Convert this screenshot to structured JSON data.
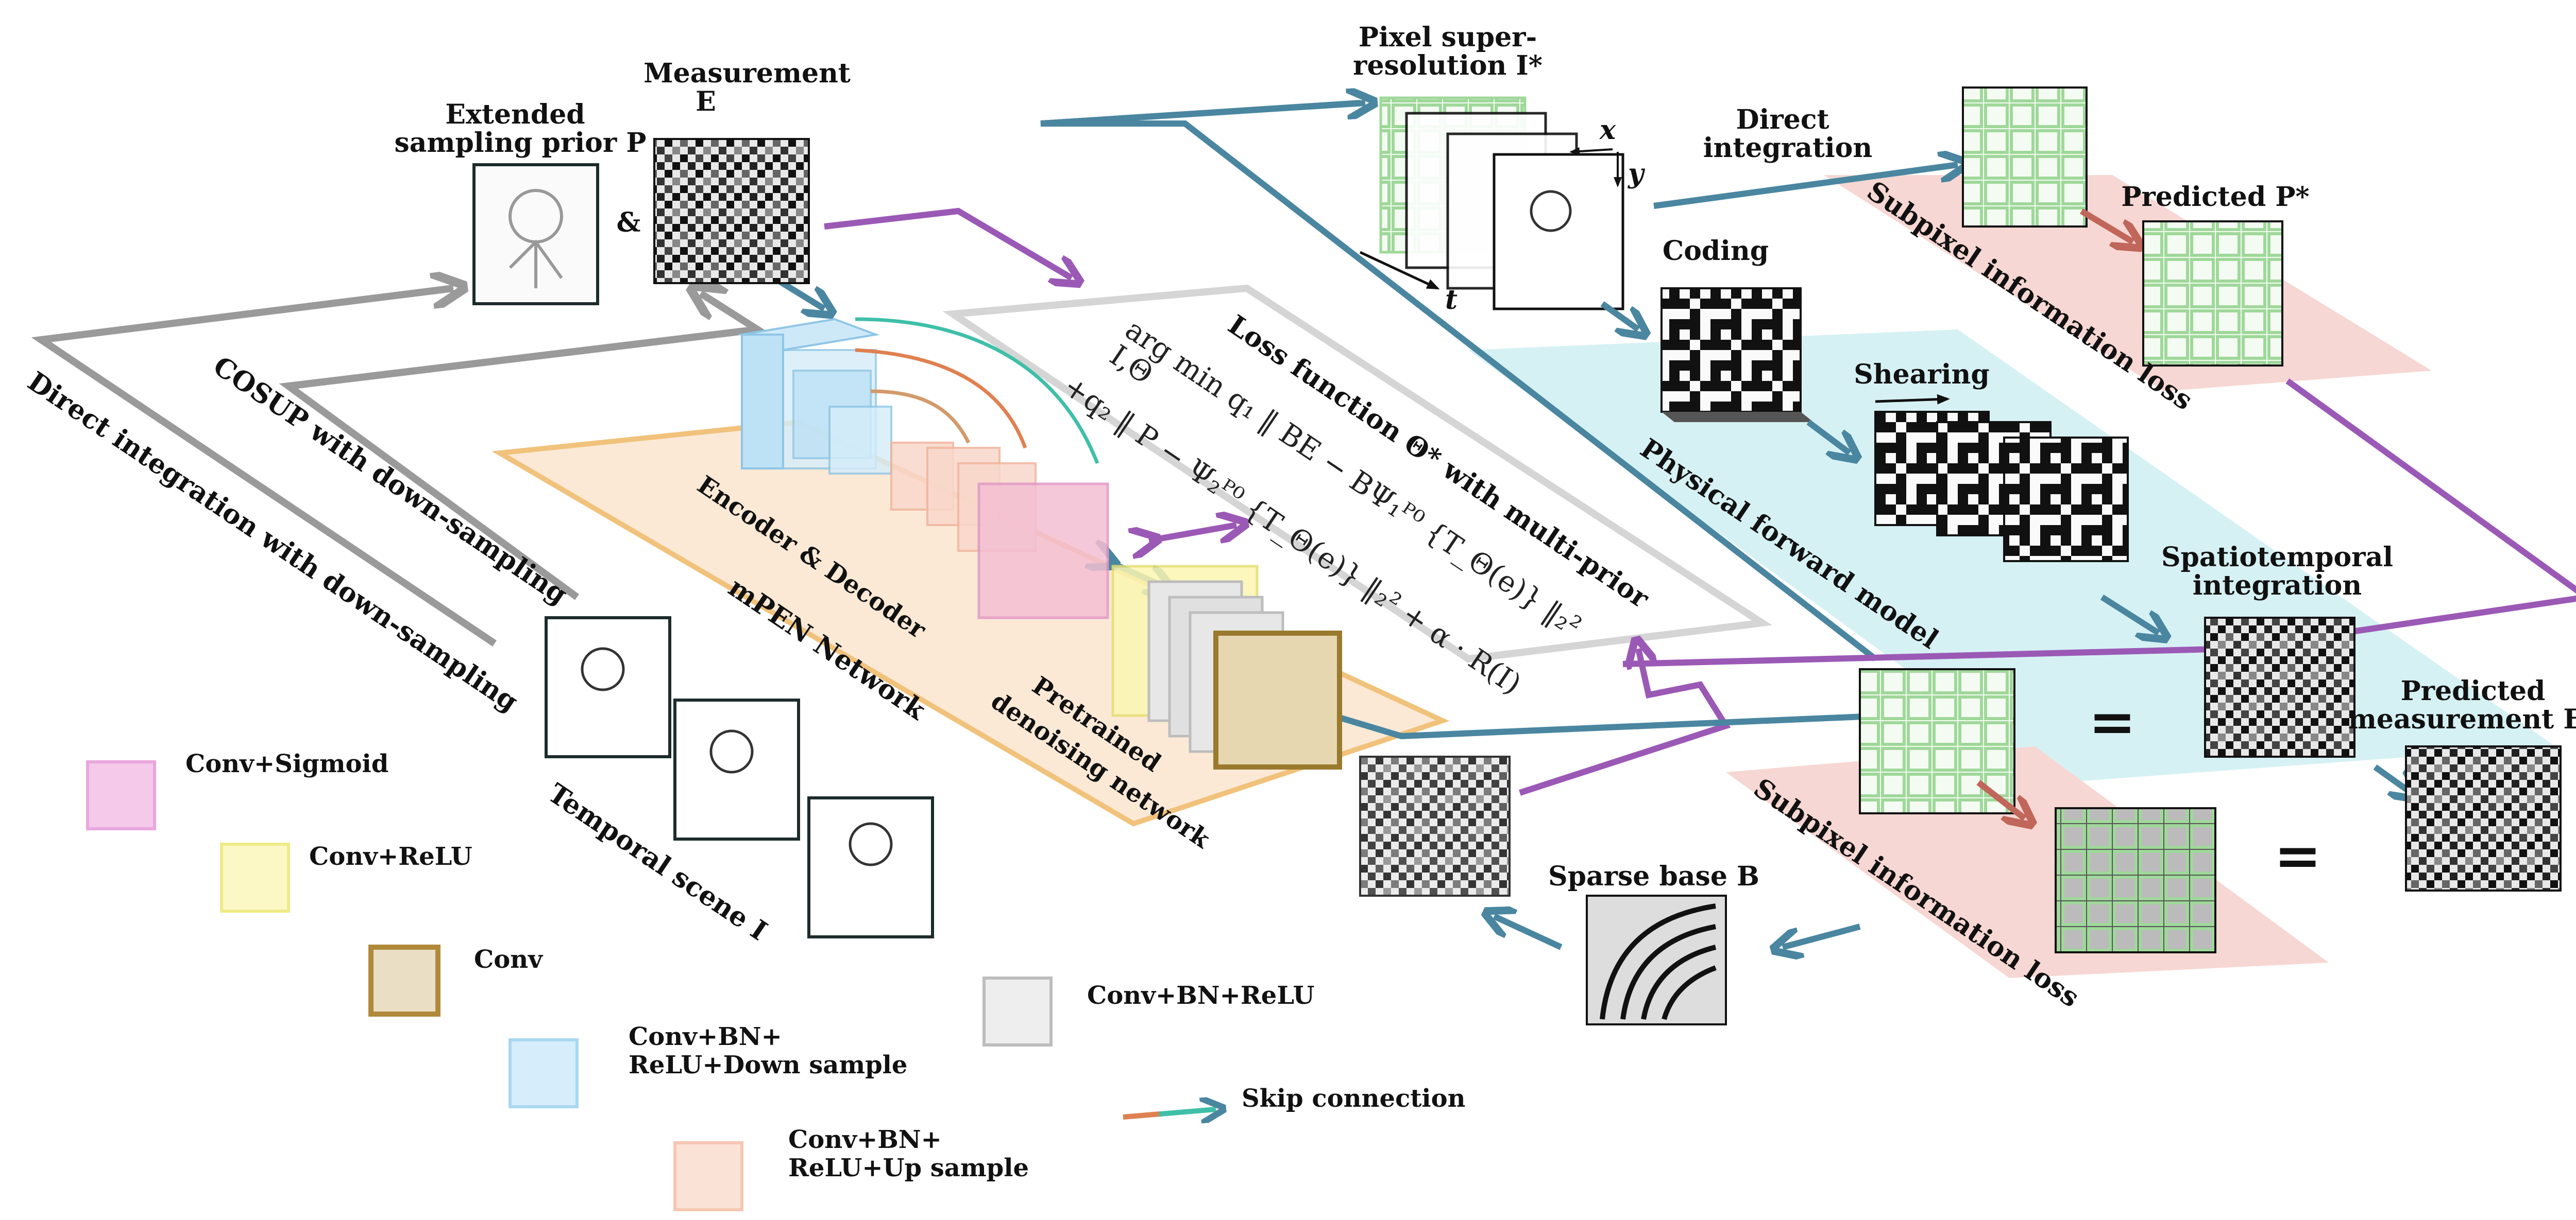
{
  "labels": {
    "extended_prior": [
      "Extended",
      "sampling prior P"
    ],
    "ampersand": "&",
    "measurement": [
      "Measurement",
      "E"
    ],
    "pixel_sr": [
      "Pixel super-",
      "resolution I*"
    ],
    "axis_x": "x",
    "axis_y": "y",
    "axis_t": "t",
    "direct_integration_top": [
      "Direct",
      "integration"
    ],
    "predicted_p": "Predicted P*",
    "coding": "Coding",
    "shearing": "Shearing",
    "subpixel_loss_top": "Subpixel information loss",
    "physical_forward": "Physical forward model",
    "spatiotemporal": [
      "Spatiotemporal",
      "integration"
    ],
    "predicted_e": [
      "Predicted",
      "measurement E*"
    ],
    "subpixel_loss_bottom": "Subpixel information loss",
    "sparse_base": "Sparse base B",
    "loss_title": "Loss function Θ* with multi-prior",
    "loss_eq1": "arg min q₁ ‖ BE − BΨ₁ᴾ⁰ {T_Θ(e)} ‖₂²",
    "loss_eq1_sub": "I,Θ",
    "loss_eq2": "+q₂ ‖ P − Ψ₂ᴾ⁰ {T_Θ(e)} ‖₂² + α · R(I)",
    "encoder_decoder": "Encoder & Decoder",
    "mpen": "mPEN Network",
    "pretrained": [
      "Pretrained",
      "denoising network"
    ],
    "temporal_scene": "Temporal scene I",
    "cosup": "COSUP with down-sampling",
    "direct_down": "Direct integration with down-sampling",
    "equals": "="
  },
  "legend": [
    {
      "label": [
        "Conv+Sigmoid"
      ],
      "color": "#e9a6dd"
    },
    {
      "label": [
        "Conv+ReLU"
      ],
      "color": "#f7f3a0"
    },
    {
      "label": [
        "Conv"
      ],
      "color": "#b08a3a"
    },
    {
      "label": [
        "Conv+BN+",
        "ReLU+Down sample"
      ],
      "color": "#a9d8f2"
    },
    {
      "label": [
        "Conv+BN+ReLU"
      ],
      "color": "#d6d6d6"
    },
    {
      "label": [
        "Conv+BN+",
        "ReLU+Up sample"
      ],
      "color": "#f6c7b4"
    },
    {
      "label": [
        "Skip connection"
      ],
      "color": "#3fbfa8"
    }
  ],
  "colors": {
    "teal_arrow": "#4a86a0",
    "purple_arrow": "#9b59b6",
    "gray_arrow": "#9a9a9a",
    "red_arrow": "#c0665a",
    "pink_panel": "#f6d6d2",
    "cyan_panel": "#d6f1f4",
    "orange_panel": "#fbe6cf",
    "green_grid": "#9fd89a"
  }
}
